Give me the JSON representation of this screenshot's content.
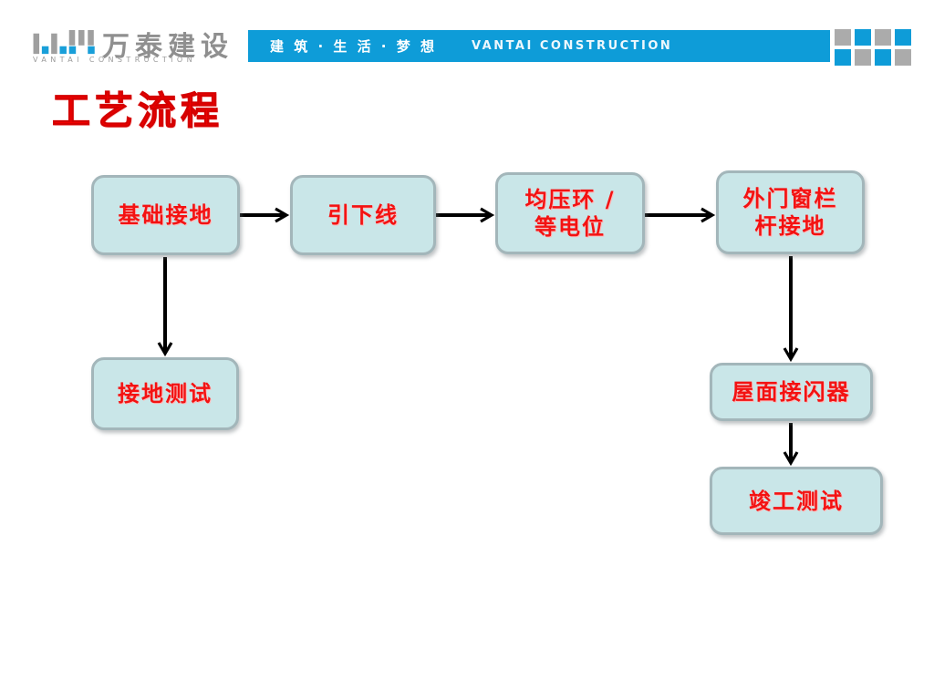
{
  "header": {
    "logo": {
      "company_cn": "万泰建设",
      "company_en": "VANTAI CONSTRUCTION"
    },
    "banner": {
      "slogan": "建 筑 · 生 活 · 梦 想",
      "company_en": "VANTAI CONSTRUCTION"
    }
  },
  "title": "工艺流程",
  "flowchart": {
    "nodes": [
      {
        "label": "基础接地"
      },
      {
        "label": "引下线"
      },
      {
        "label": "均压环 /\n等电位"
      },
      {
        "label": "外门窗栏\n杆接地"
      },
      {
        "label": "接地测试"
      },
      {
        "label": "屋面接闪器"
      },
      {
        "label": "竣工测试"
      }
    ],
    "connections": [
      "基础接地 → 引下线",
      "引下线 → 均压环 / 等电位",
      "均压环 / 等电位 → 外门窗栏杆接地",
      "基础接地 → 接地测试",
      "外门窗栏杆接地 → 屋面接闪器",
      "屋面接闪器 → 竣工测试"
    ]
  },
  "colors": {
    "brand_blue": "#0E9CD8",
    "logo_gray": "#9F9F9F",
    "node_fill": "#C9E6E8",
    "node_border": "#A3B6BA",
    "text_red": "#F31212",
    "arrow_black": "#000000"
  }
}
